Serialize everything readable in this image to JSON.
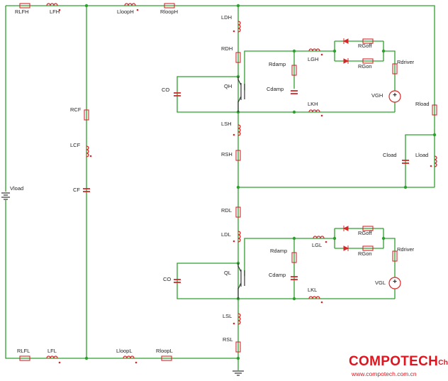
{
  "labels": {
    "RLFH": "RLFH",
    "LFH": "LFH",
    "LloopH": "LloopH",
    "RloopH": "RloopH",
    "LDH": "LDH",
    "RDH": "RDH",
    "Rdamp_H": "Rdamp",
    "LGH": "LGH",
    "RGoff_H": "RGoff",
    "RGon_H": "RGon",
    "Rdriver_H": "Rdriver",
    "CO_H": "CO",
    "QH": "QH",
    "Cdamp_H": "Cdamp",
    "VGH": "VGH",
    "LKH": "LKH",
    "Rload": "Rload",
    "RCF": "RCF",
    "LCF": "LCF",
    "LSH": "LSH",
    "RSH": "RSH",
    "Cload": "Cload",
    "Lload": "Lload",
    "Vload": "Vload",
    "CF": "CF",
    "RDL": "RDL",
    "LDL": "LDL",
    "Rdamp_L": "Rdamp",
    "LGL": "LGL",
    "RGoff_L": "RGoff",
    "RGon_L": "RGon",
    "Rdriver_L": "Rdriver",
    "CO_L": "CO",
    "QL": "QL",
    "Cdamp_L": "Cdamp",
    "VGL": "VGL",
    "LKL": "LKL",
    "LSL": "LSL",
    "RSL": "RSL",
    "RLFL": "RLFL",
    "LFL": "LFL",
    "LloopL": "LloopL",
    "RloopL": "RloopL"
  },
  "logo": {
    "brand": "COMPOTECH",
    "suffix": "China",
    "url": "www.compotech.com.cn"
  },
  "colors": {
    "wire": "#2ca02c",
    "component": "#d62728",
    "logo": "#e0141e"
  }
}
